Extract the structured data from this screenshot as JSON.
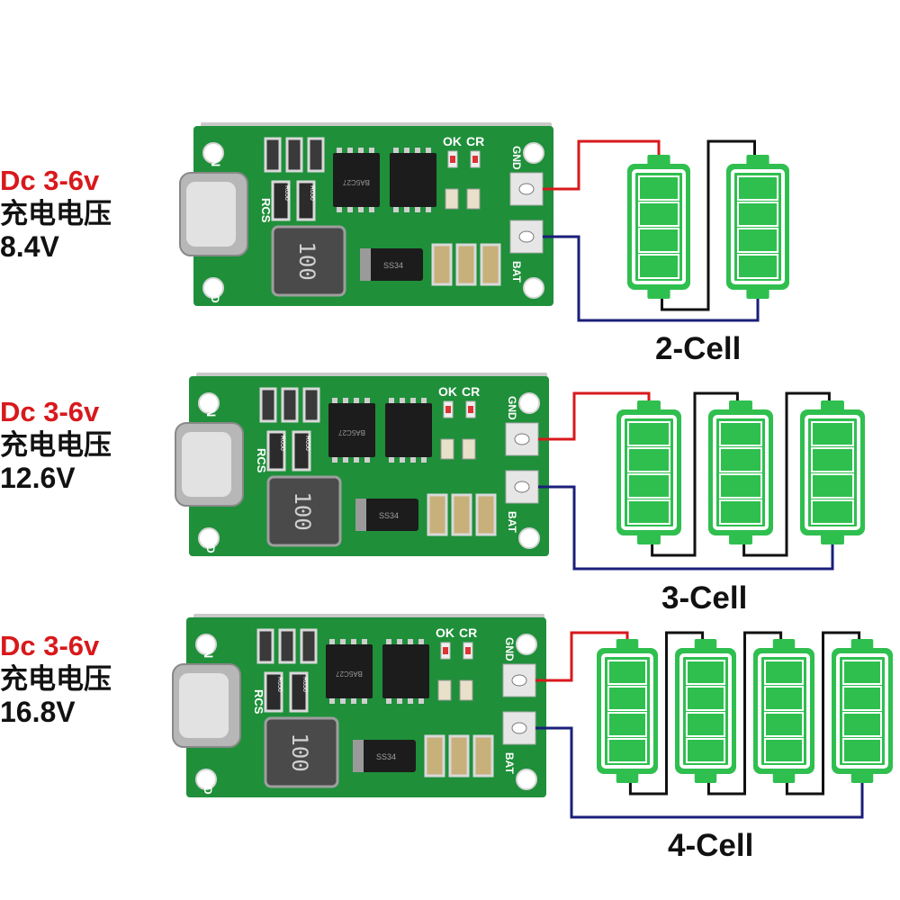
{
  "colors": {
    "pcb_green": "#1f8f3a",
    "battery_green": "#2fbf4f",
    "positive_wire": "#d8191c",
    "negative_wire": "#1a1f7a",
    "label_red": "#d8191c"
  },
  "board": {
    "silk_vin": "VIN",
    "silk_ok": "OK",
    "silk_cr": "CR",
    "silk_gnd_right": "GND",
    "silk_bat": "BAT",
    "silk_rcs": "RCS",
    "silk_gnd_left": "GND",
    "silk_r050": "R050",
    "inductor_marking": "100",
    "diode_marking": "SS34",
    "ic_marking": "BA5C27"
  },
  "rows": [
    {
      "dc": "Dc 3-6v",
      "cn": "充电电压",
      "voltage": "8.4V",
      "cells": 2,
      "cell_label": "2-Cell"
    },
    {
      "dc": "Dc 3-6v",
      "cn": "充电电压",
      "voltage": "12.6V",
      "cells": 3,
      "cell_label": "3-Cell"
    },
    {
      "dc": "Dc 3-6v",
      "cn": "充电电压",
      "voltage": "16.8V",
      "cells": 4,
      "cell_label": "4-Cell"
    }
  ]
}
